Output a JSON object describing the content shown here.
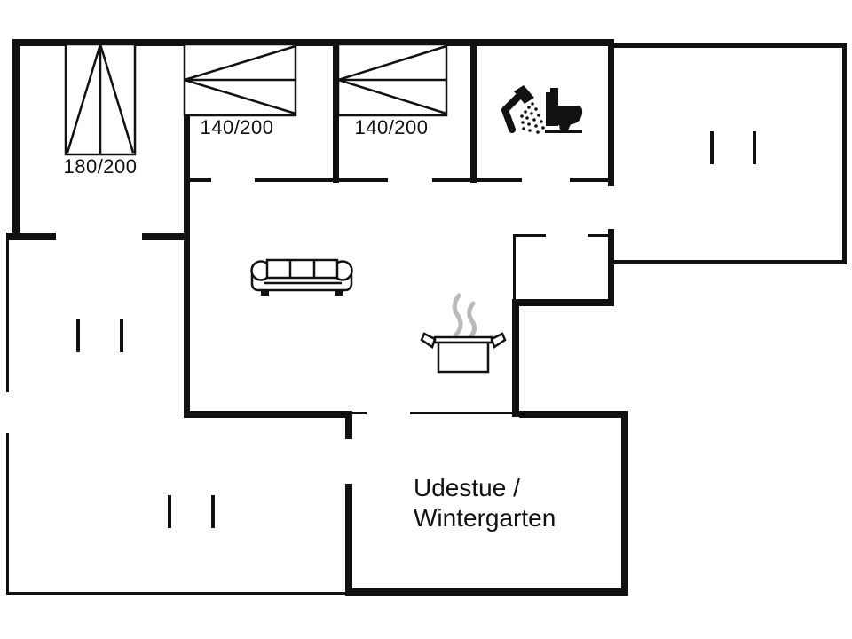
{
  "plan": {
    "type": "holiday-house floor plan",
    "labels": {
      "bed_left": "180/200",
      "bed_middle": "140/200",
      "bed_right": "140/200",
      "udestue_line1": "Udestue /",
      "udestue_line2": "Wintergarten"
    },
    "icons": {
      "beds": [
        "bed-icon-180x200",
        "bed-icon-140x200",
        "bed-icon-140x200"
      ],
      "bathroom": [
        "shower-icon",
        "toilet-icon"
      ],
      "living": [
        "sofa-icon"
      ],
      "kitchen": [
        "cooking-pot-icon",
        "steam-icon"
      ],
      "marks": [
        "window-mark-icon"
      ]
    },
    "colors": {
      "walls": "#111111",
      "text": "#111111",
      "steam": "#b9b9b9",
      "background": "#ffffff"
    }
  }
}
